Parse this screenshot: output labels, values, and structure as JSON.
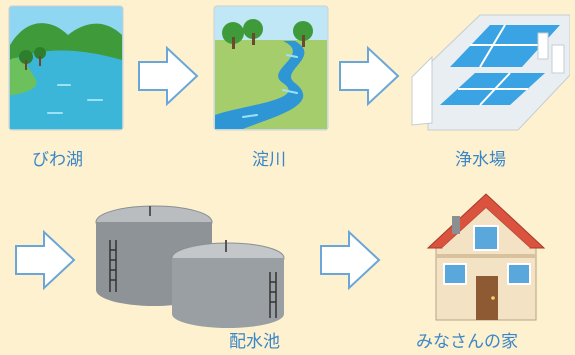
{
  "diagram": {
    "steps": [
      {
        "id": "lake",
        "label": "びわ湖"
      },
      {
        "id": "river",
        "label": "淀川"
      },
      {
        "id": "plant",
        "label": "浄水場"
      },
      {
        "id": "reservoir",
        "label": "配水池"
      },
      {
        "id": "home",
        "label": "みなさんの家"
      }
    ],
    "colors": {
      "background": "#fdf1cf",
      "label": "#3a86c8",
      "arrow_fill": "#ffffff",
      "arrow_stroke": "#6aa6d8"
    }
  }
}
